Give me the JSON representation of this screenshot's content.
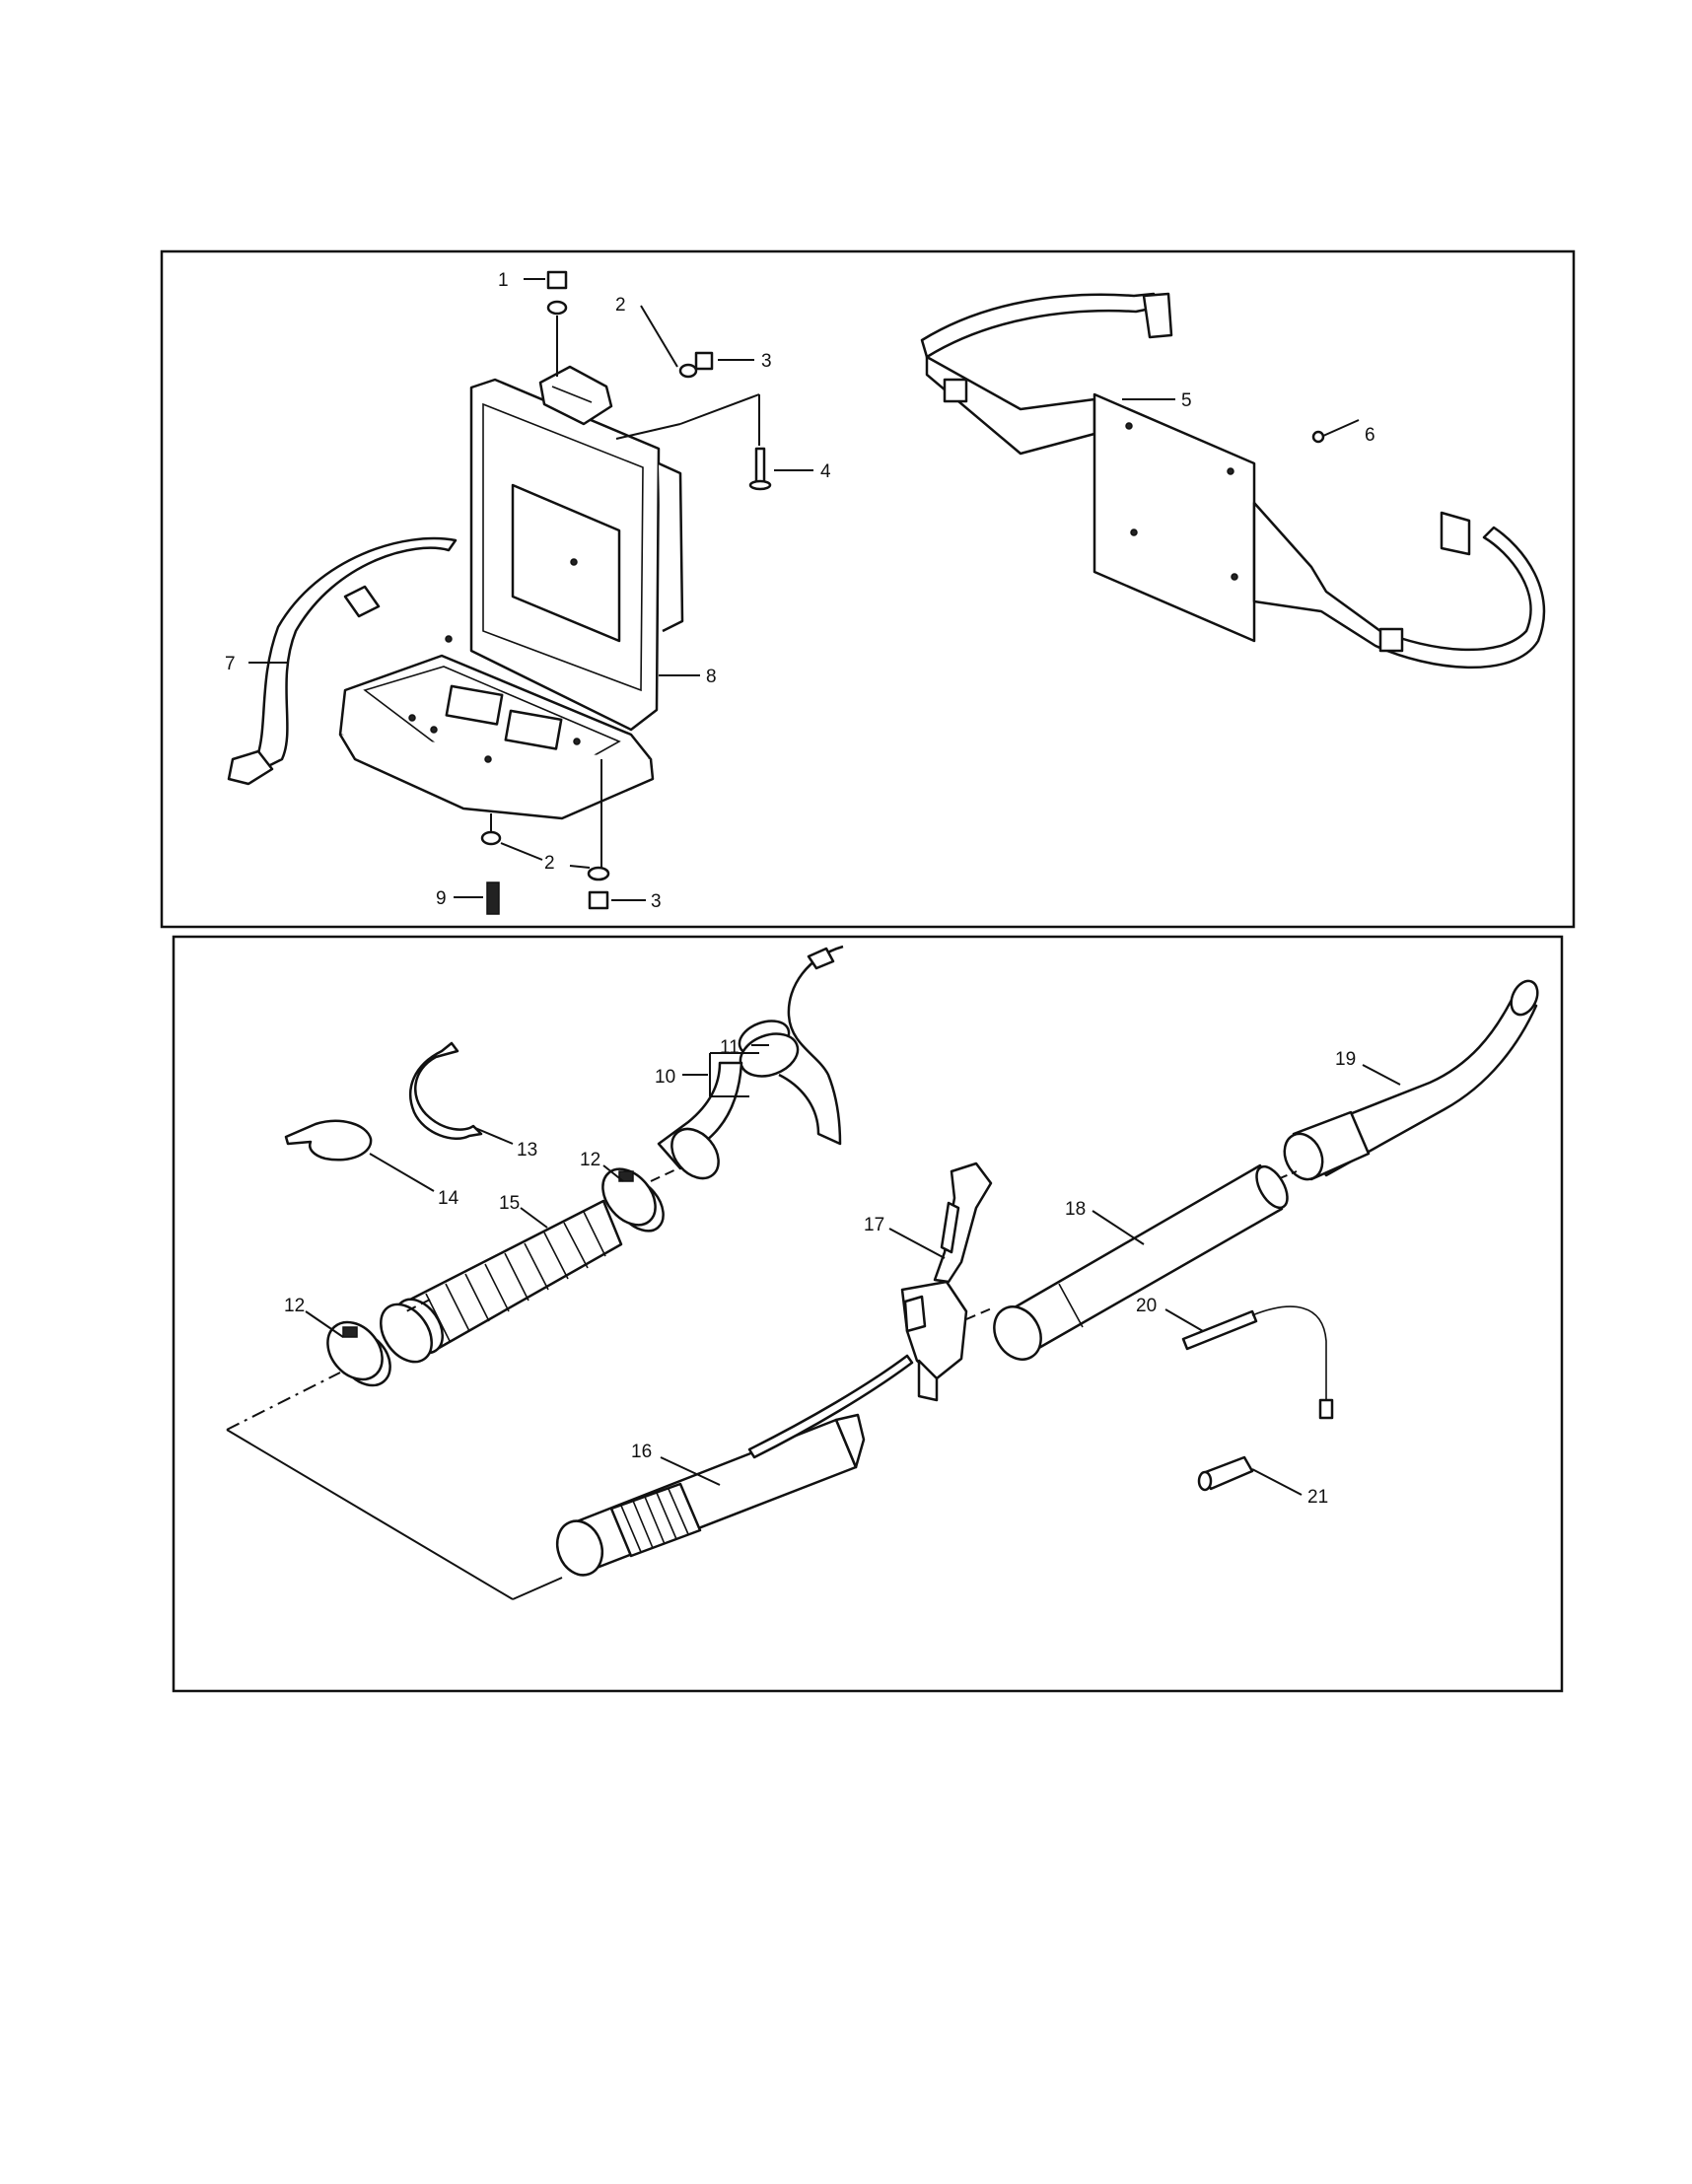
{
  "panels": [
    {
      "id": "backpack-frame-panel"
    },
    {
      "id": "blower-tube-panel"
    }
  ],
  "callouts": {
    "c1": "1",
    "c2a": "2",
    "c3a": "3",
    "c4": "4",
    "c5": "5",
    "c6": "6",
    "c7": "7",
    "c8": "8",
    "c2b": "2",
    "c9": "9",
    "c3b": "3",
    "c10": "10",
    "c11": "11",
    "c13": "13",
    "c14": "14",
    "c12a": "12",
    "c15": "15",
    "c12b": "12",
    "c17": "17",
    "c18": "18",
    "c19": "19",
    "c20": "20",
    "c16": "16",
    "c21": "21"
  }
}
